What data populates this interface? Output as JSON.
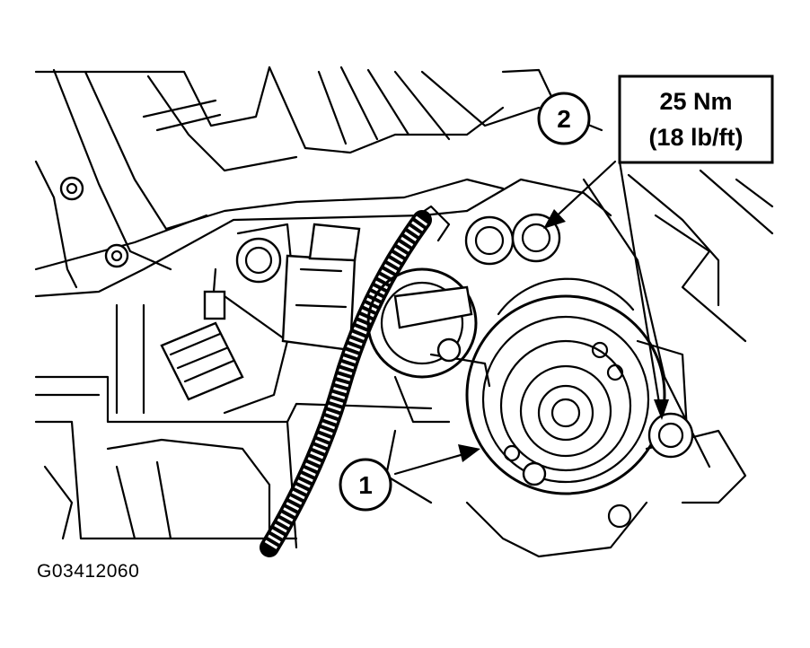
{
  "callouts": [
    {
      "id": "1",
      "label": "1"
    },
    {
      "id": "2",
      "label": "2"
    }
  ],
  "torque_spec": {
    "metric": "25 Nm",
    "imperial": "(18 lb/ft)"
  },
  "figure_id": "G03412060",
  "colors": {
    "ink": "#000000",
    "paper": "#ffffff"
  }
}
